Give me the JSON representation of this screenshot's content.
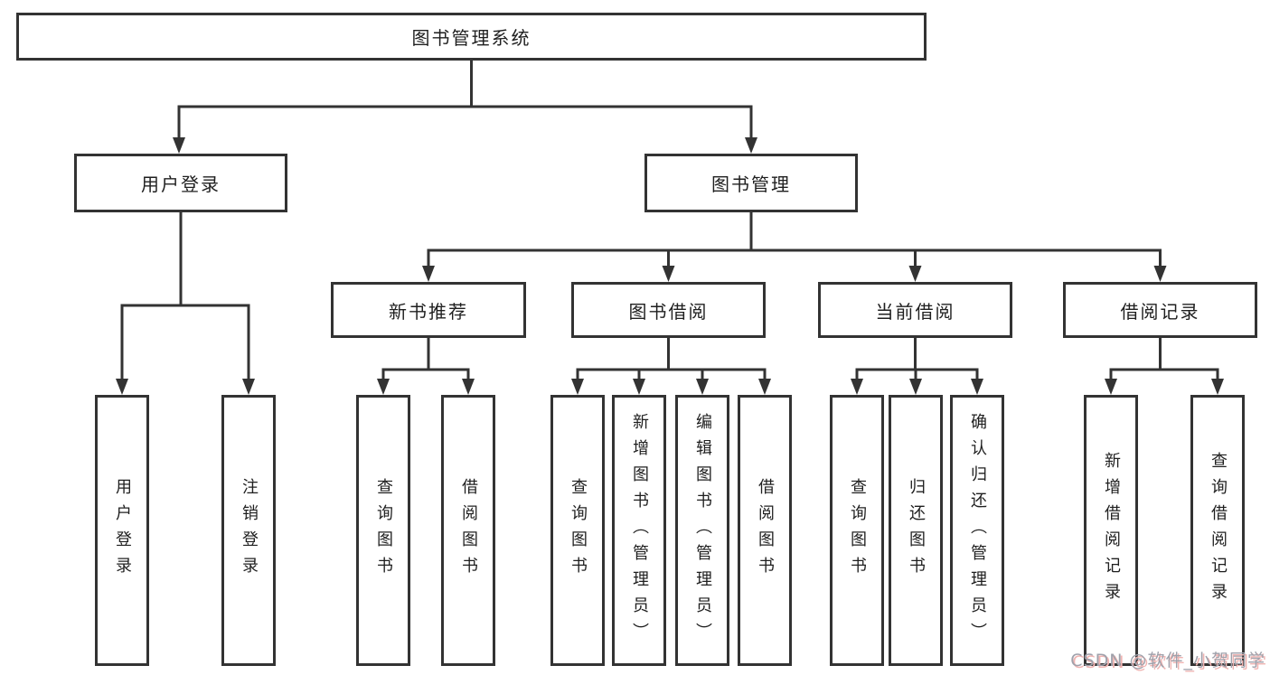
{
  "diagram": {
    "title_node": "图书管理系统",
    "branches": [
      {
        "label": "用户登录",
        "children": [
          {
            "label": "用户登录"
          },
          {
            "label": "注销登录"
          }
        ]
      },
      {
        "label": "图书管理",
        "children": [
          {
            "label": "新书推荐",
            "children": [
              {
                "label": "查询图书"
              },
              {
                "label": "借阅图书"
              }
            ]
          },
          {
            "label": "图书借阅",
            "children": [
              {
                "label": "查询图书"
              },
              {
                "label": "新增图书（管理员）"
              },
              {
                "label": "编辑图书（管理员）"
              },
              {
                "label": "借阅图书"
              }
            ]
          },
          {
            "label": "当前借阅",
            "children": [
              {
                "label": "查询图书"
              },
              {
                "label": "归还图书"
              },
              {
                "label": "确认归还（管理员）"
              }
            ]
          },
          {
            "label": "借阅记录",
            "children": [
              {
                "label": "新增借阅记录"
              },
              {
                "label": "查询借阅记录"
              }
            ]
          }
        ]
      }
    ]
  },
  "watermark": {
    "text": "CSDN @软件_小贺同学"
  },
  "colors": {
    "line": "#333333",
    "box_border": "#333333",
    "box_fill": "#ffffff",
    "text": "#1f1f1f",
    "watermark_text": "#9fa1ab",
    "watermark_shadow": "#f0b4b2",
    "background": "#ffffff"
  }
}
